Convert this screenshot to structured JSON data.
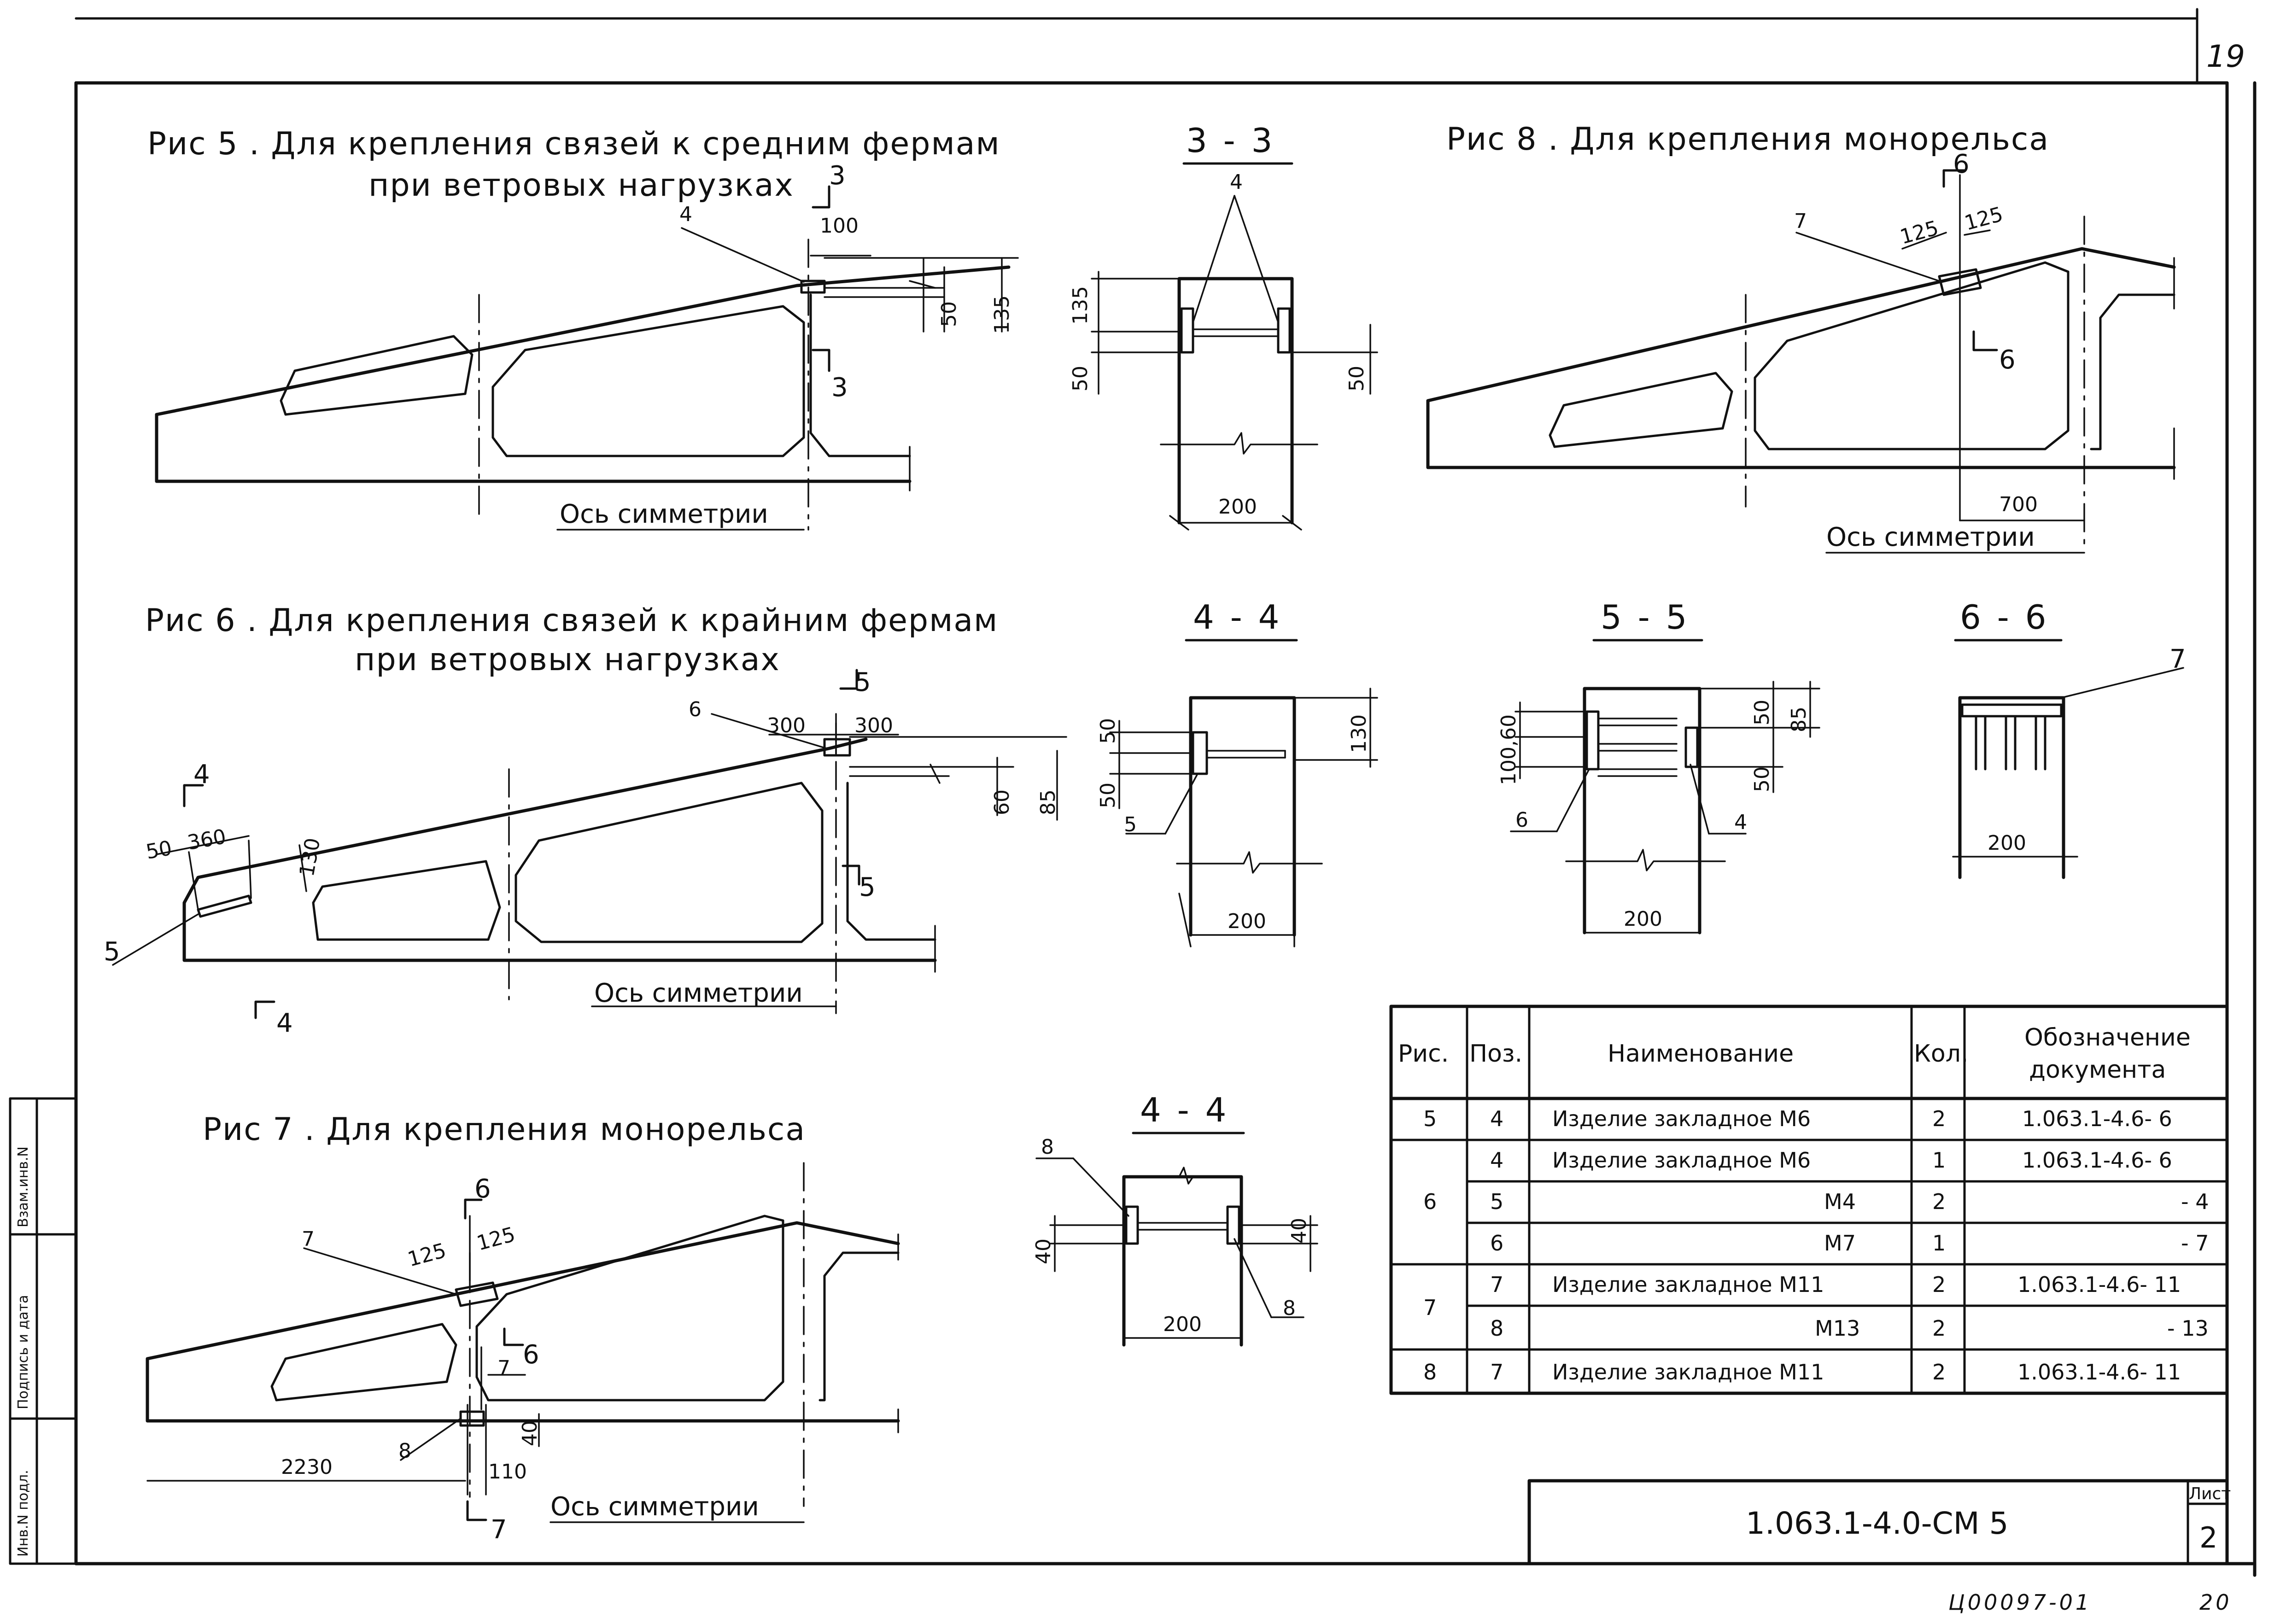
{
  "sheet": {
    "page_number": "19",
    "document_code": "1.063.1-4.0-СМ 5",
    "sheet_label": "Лист",
    "sheet_number": "2",
    "archive_code": "Ц00097-01",
    "archive_page": "20"
  },
  "side_stamp": {
    "field_1": "Взам.инв.N",
    "field_2": "Подпись и дата",
    "field_3": "Инв.N подл."
  },
  "figures": {
    "fig5": {
      "title_line1": "Рис 5 . Для крепления связей к средним фермам",
      "title_line2": "при ветровых нагрузках"
    },
    "fig6": {
      "title_line1": "Рис 6 . Для крепления связей к крайним фермам",
      "title_line2": "при ветровых нагрузках"
    },
    "fig7": {
      "title": "Рис 7 . Для крепления монорельса"
    },
    "fig8": {
      "title": "Рис 8 . Для крепления монорельса"
    }
  },
  "axis_label": "Ось симметрии",
  "sections": {
    "s33": "3 - 3",
    "s44a": "4 - 4",
    "s55": "5 - 5",
    "s66": "6 - 6",
    "s44b": "4 - 4"
  },
  "marks": {
    "m3": "3",
    "m4": "4",
    "m5": "5",
    "m6": "6",
    "m7": "7",
    "m8": "8"
  },
  "dims": {
    "d100": "100",
    "d50": "50",
    "d135": "135",
    "d200": "200",
    "d300": "300",
    "d60": "60",
    "d85": "85",
    "d360": "360",
    "d130": "130",
    "d125": "125",
    "d700": "700",
    "d2230": "2230",
    "d110": "110",
    "d40": "40",
    "d100_60": "100,60"
  },
  "spec_table": {
    "headers": {
      "fig": "Рис.",
      "pos": "Поз.",
      "name": "Наименование",
      "qty": "Кол.",
      "doc_line1": "Обозначение",
      "doc_line2": "документа"
    },
    "rows": [
      {
        "fig": "5",
        "pos": "4",
        "name": "Изделие закладное М6",
        "qty": "2",
        "doc": "1.063.1-4.6- 6"
      },
      {
        "fig": "6",
        "pos": "4",
        "name": "Изделие закладное М6",
        "qty": "1",
        "doc": "1.063.1-4.6- 6"
      },
      {
        "fig": "",
        "pos": "5",
        "name": "М4",
        "qty": "2",
        "doc": "- 4"
      },
      {
        "fig": "",
        "pos": "6",
        "name": "М7",
        "qty": "1",
        "doc": "- 7"
      },
      {
        "fig": "7",
        "pos": "7",
        "name": "Изделие закладное М11",
        "qty": "2",
        "doc": "1.063.1-4.6- 11"
      },
      {
        "fig": "",
        "pos": "8",
        "name": "М13",
        "qty": "2",
        "doc": "- 13"
      },
      {
        "fig": "8",
        "pos": "7",
        "name": "Изделие закладное М11",
        "qty": "2",
        "doc": "1.063.1-4.6- 11"
      }
    ]
  }
}
